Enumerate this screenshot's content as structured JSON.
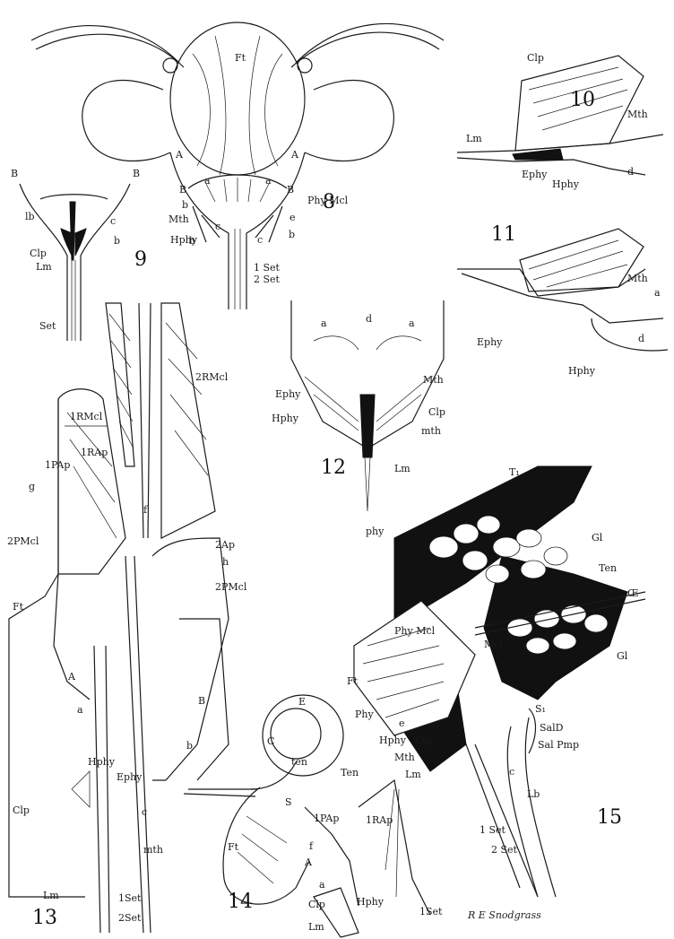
{
  "figures": {
    "fig8": {
      "number": "8",
      "labels": {
        "ft": "Ft",
        "a_left": "A",
        "a_right": "A",
        "a_small_left": "a",
        "a_small_right": "a",
        "b_upper_left": "B",
        "b_upper_right": "B",
        "b_small_l1": "b",
        "b_small_l2": "b",
        "b_small_r": "b",
        "c_left": "c",
        "c_right": "c",
        "e": "e",
        "mth": "Mth",
        "hphy": "Hphy",
        "phymcl": "Phy Mcl",
        "set1": "1 Set",
        "set2": "2 Set"
      }
    },
    "fig9": {
      "number": "9",
      "labels": {
        "b_left": "B",
        "b_right": "B",
        "lb": "lb",
        "c": "c",
        "b": "b",
        "clp": "Clp",
        "lm": "Lm",
        "set": "Set"
      }
    },
    "fig10": {
      "number": "10",
      "labels": {
        "clp": "Clp",
        "mth": "Mth",
        "lm": "Lm",
        "ephy": "Ephy",
        "hphy": "Hphy",
        "d": "d"
      }
    },
    "fig11": {
      "number": "11",
      "labels": {
        "mth": "Mth",
        "a": "a",
        "ephy": "Ephy",
        "hphy": "Hphy",
        "d": "d"
      }
    },
    "fig12": {
      "number": "12",
      "labels": {
        "a_left": "a",
        "d": "d",
        "a_right": "a",
        "mth_upper": "Mth",
        "ephy": "Ephy",
        "hphy": "Hphy",
        "clp": "Clp",
        "mth_lower": "mth",
        "lm": "Lm"
      }
    },
    "fig13": {
      "number": "13",
      "labels": {
        "rmcl1": "1RMcl",
        "rmcl2": "2RMcl",
        "rap1": "1RAp",
        "pap1": "1PAp",
        "g": "g",
        "pmcl1": "2PMcl",
        "f": "f",
        "ap2": "2Ap",
        "h": "h",
        "pmcl2": "2PMcl",
        "ft": "Ft",
        "a_upper": "A",
        "a_small": "a",
        "b_upper": "B",
        "b_small": "b",
        "hphy": "Hphy",
        "ephy": "Ephy",
        "clp": "Clp",
        "c": "c",
        "mth": "mth",
        "lm": "Lm",
        "set1": "1Set",
        "set2": "2Set"
      }
    },
    "fig14": {
      "number": "14",
      "labels": {
        "e": "E",
        "c": "C",
        "ten_small": "ten",
        "ten": "Ten",
        "s": "S",
        "pap1": "1PAp",
        "rap1": "1RAp",
        "f": "f",
        "ft": "Ft",
        "a_upper": "A",
        "a_small": "a",
        "hphy": "Hphy",
        "clp": "Clp",
        "lm": "Lm",
        "set1": "1Set"
      }
    },
    "fig15": {
      "number": "15",
      "labels": {
        "t1": "T₁",
        "phy": "phy",
        "gl_upper": "Gl",
        "ten": "Ten",
        "oe": "Œ",
        "phymcl": "Phy Mcl",
        "mcl": "Mcl",
        "gl_lower": "Gl",
        "ft": "Ft",
        "phy_lower": "Phy",
        "e": "e",
        "s1": "S₁",
        "hphy": "Hphy",
        "clp": "Clp",
        "sald": "SalD",
        "salpmp": "Sal Pmp",
        "mth": "Mth",
        "lm": "Lm",
        "c": "c",
        "lb": "Lb",
        "set1": "1 Set",
        "set2": "2 Set"
      }
    }
  },
  "signature": "R E Snodgrass"
}
